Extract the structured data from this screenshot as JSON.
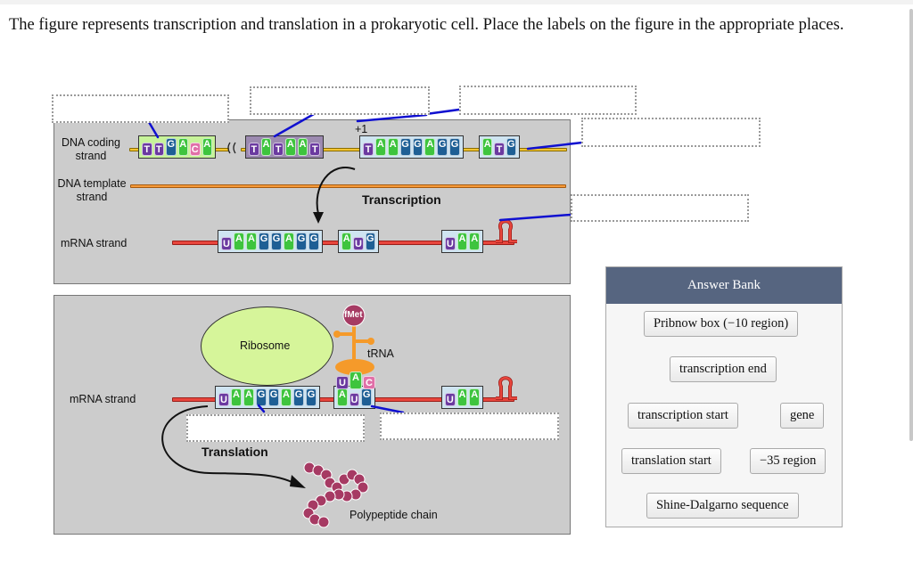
{
  "question": "The figure represents transcription and translation in a prokaryotic cell. Place the labels on the figure in the appropriate places.",
  "diagram": {
    "transcription_panel": {
      "strand_labels": {
        "coding": "DNA coding strand",
        "coding_line1": "DNA coding",
        "coding_line2": "strand",
        "template_line1": "DNA template",
        "template_line2": "strand",
        "mrna": "mRNA strand"
      },
      "plus_one": "+1",
      "process_label": "Transcription",
      "coding_sequences": [
        {
          "name": "minus35",
          "bases": [
            "T",
            "T",
            "G",
            "A",
            "C",
            "A"
          ],
          "color": "green"
        },
        {
          "name": "minus10",
          "bases": [
            "T",
            "A",
            "T",
            "A",
            "A",
            "T"
          ],
          "color": "purple"
        },
        {
          "name": "shine-dalgarno-dna",
          "bases": [
            "T",
            "A",
            "A",
            "G",
            "G",
            "A",
            "G",
            "G"
          ],
          "color": "blue"
        },
        {
          "name": "start-codon-dna",
          "bases": [
            "A",
            "T",
            "G"
          ],
          "color": "blue"
        }
      ],
      "mrna_sequences": [
        {
          "name": "shine-dalgarno-rna",
          "bases": [
            "U",
            "A",
            "A",
            "G",
            "G",
            "A",
            "G",
            "G"
          ]
        },
        {
          "name": "start-codon-rna",
          "bases": [
            "A",
            "U",
            "G"
          ]
        },
        {
          "name": "stop-codon-rna",
          "bases": [
            "U",
            "A",
            "A"
          ]
        }
      ]
    },
    "translation_panel": {
      "mrna_label": "mRNA strand",
      "ribosome_label": "Ribosome",
      "trna_label": "tRNA",
      "amino_acid": "fMet",
      "anticodon": [
        "U",
        "A",
        "C"
      ],
      "process_label": "Translation",
      "polypeptide_label": "Polypeptide chain",
      "mrna_sequences": [
        {
          "name": "shine-dalgarno-rna",
          "bases": [
            "U",
            "A",
            "A",
            "G",
            "G",
            "A",
            "G",
            "G"
          ]
        },
        {
          "name": "start-codon-rna",
          "bases": [
            "A",
            "U",
            "G"
          ]
        },
        {
          "name": "stop-codon-rna",
          "bases": [
            "U",
            "A",
            "A"
          ]
        }
      ]
    },
    "drop_targets": [
      {
        "id": "target-minus35",
        "value": ""
      },
      {
        "id": "target-minus10",
        "value": ""
      },
      {
        "id": "target-transcription-start",
        "value": ""
      },
      {
        "id": "target-gene",
        "value": ""
      },
      {
        "id": "target-transcription-end",
        "value": ""
      },
      {
        "id": "target-shine-dalgarno",
        "value": ""
      },
      {
        "id": "target-translation-start",
        "value": ""
      }
    ]
  },
  "answer_bank": {
    "title": "Answer Bank",
    "items": [
      "Pribnow box (−10 region)",
      "transcription end",
      "transcription start",
      "gene",
      "translation start",
      "−35 region",
      "Shine-Dalgarno sequence"
    ]
  },
  "colors": {
    "panel_bg": "#cccccc",
    "bank_header": "#566580",
    "leader_line": "#1010d0",
    "base_T_U": "#6b3aa0",
    "base_A": "#3ec43e",
    "base_G": "#1e5f95",
    "base_C": "#e070a8"
  }
}
